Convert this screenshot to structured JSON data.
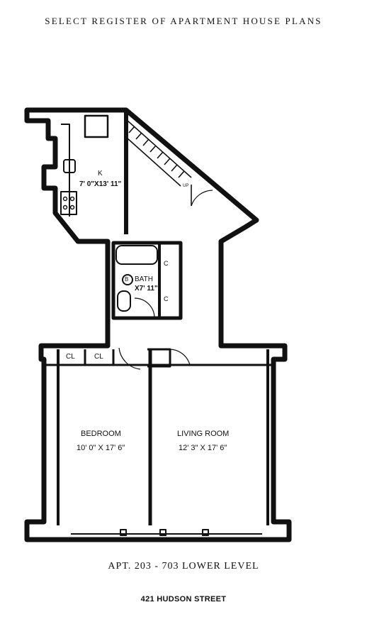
{
  "header": {
    "title": "SELECT REGISTER OF APARTMENT HOUSE PLANS"
  },
  "plan": {
    "rooms": {
      "kitchen": {
        "label": "K",
        "dims": "7' 0\"X13' 11\""
      },
      "bath": {
        "label": "BATH",
        "dims": "X7' 11\""
      },
      "bedroom": {
        "label": "BEDROOM",
        "dims": "10' 0\" X 17' 6\""
      },
      "living_room": {
        "label": "LIVING ROOM",
        "dims": "12' 3\"  X  17' 6\""
      }
    },
    "stair_label": "UP",
    "bath_fixture_label": "B",
    "closets": {
      "closet_1": "CL",
      "closet_2": "CL",
      "closet_3": "C",
      "closet_4": "C"
    }
  },
  "caption": {
    "apartment": "APT. 203 - 703 LOWER LEVEL",
    "address": "421 HUDSON STREET"
  }
}
